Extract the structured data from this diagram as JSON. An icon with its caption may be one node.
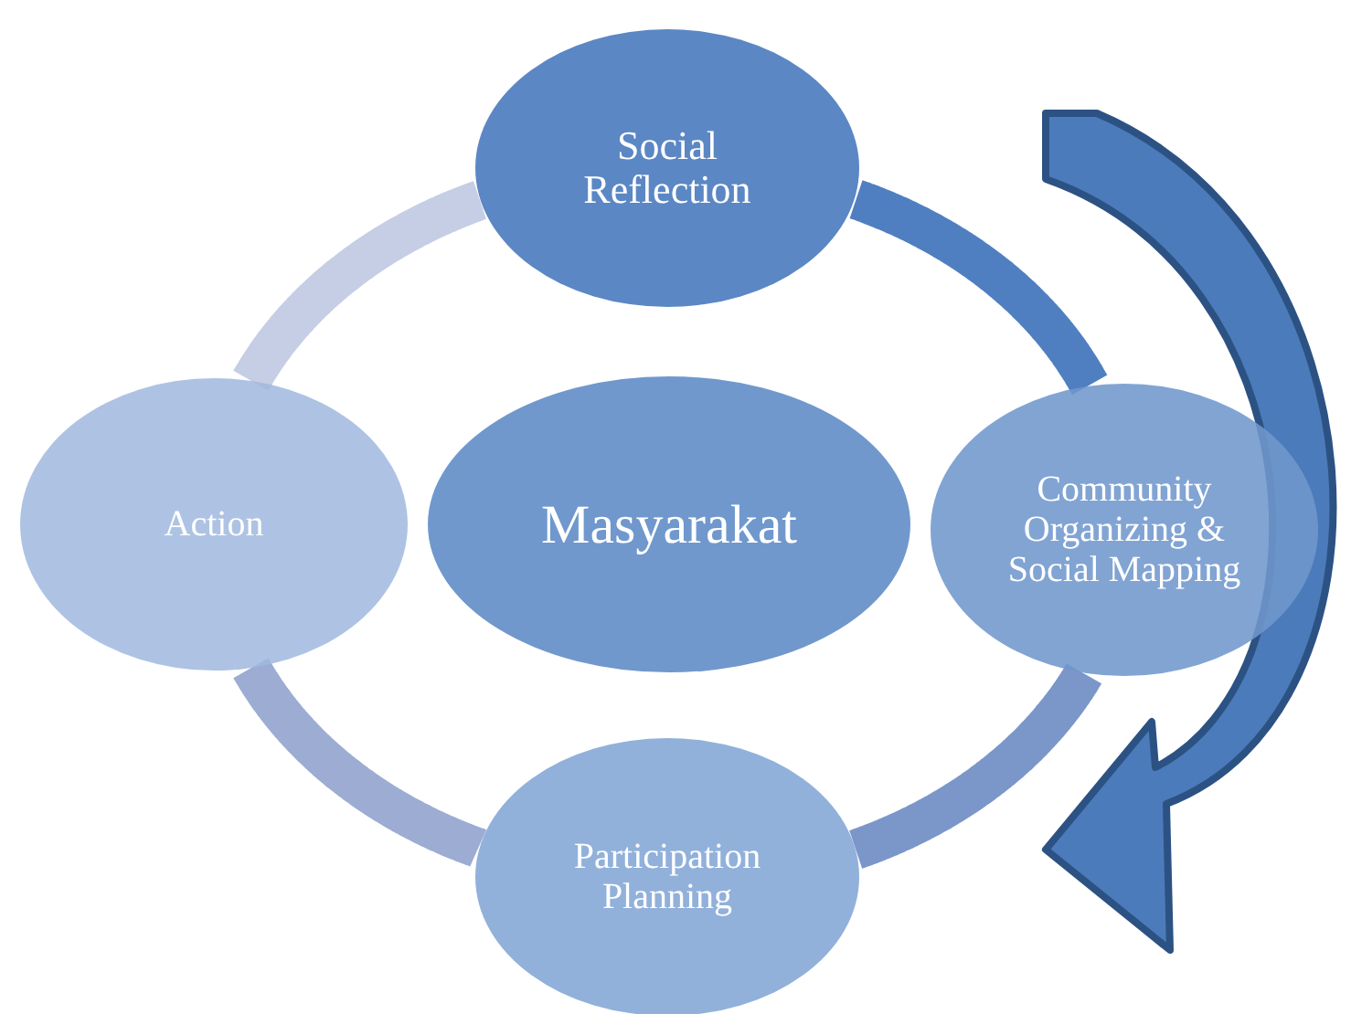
{
  "diagram": {
    "nodes": [
      {
        "text": [
          "Social Reflection"
        ]
      },
      {
        "text": [
          "Action"
        ]
      },
      {
        "text": [
          "Masyarakat"
        ]
      },
      {
        "text": [
          "Community Organizing & Social Mapping"
        ]
      },
      {
        "text": [
          "Participation Planning"
        ]
      }
    ],
    "edges": [
      {
        "from": 0,
        "to": 3,
        "arrow": "none",
        "color": "#4f7fc0"
      },
      {
        "from": 3,
        "to": 4,
        "arrow": "none",
        "color": "#7b96c9"
      },
      {
        "from": 4,
        "to": 1,
        "arrow": "none",
        "color": "#9cacd2"
      },
      {
        "from": 1,
        "to": 0,
        "arrow": "none",
        "color": "#c5cee4"
      }
    ]
  }
}
